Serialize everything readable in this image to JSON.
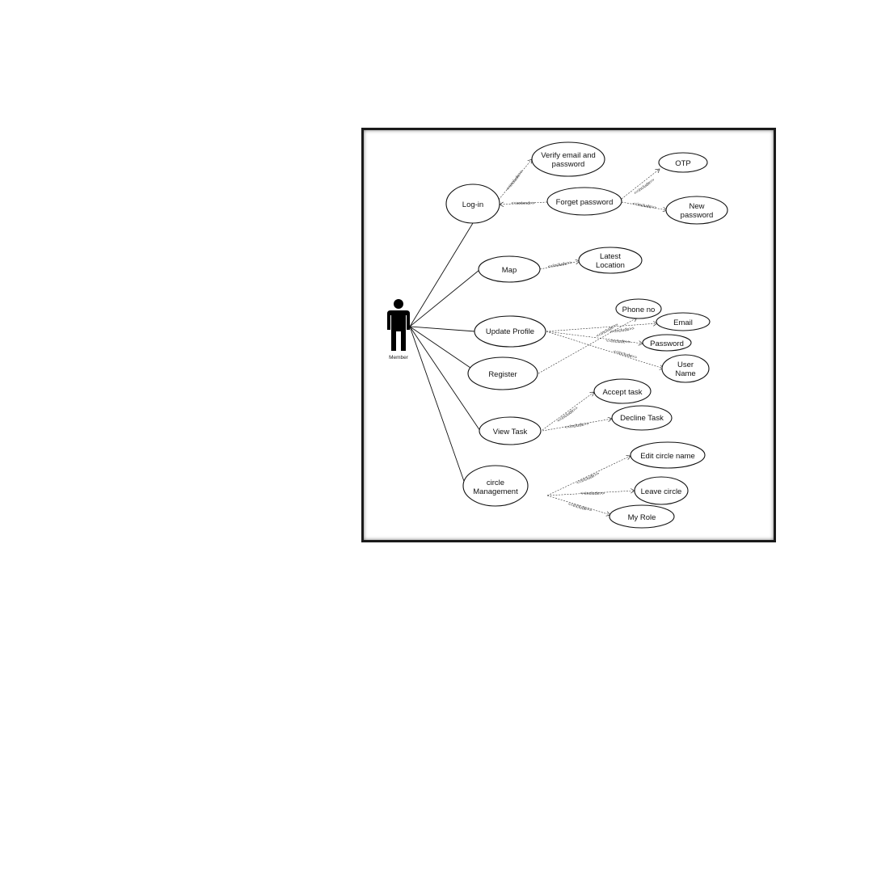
{
  "actor": {
    "label": "Member"
  },
  "use_cases": {
    "login": [
      "Log-in"
    ],
    "verify": [
      "Verify email and",
      "password"
    ],
    "forget": [
      "Forget password"
    ],
    "otp": [
      "OTP"
    ],
    "newpw": [
      "New",
      "password"
    ],
    "map": [
      "Map"
    ],
    "latest": [
      "Latest",
      "Location"
    ],
    "update": [
      "Update Profile"
    ],
    "register": [
      "Register"
    ],
    "phone": [
      "Phone no"
    ],
    "email": [
      "Email"
    ],
    "password": [
      "Password"
    ],
    "username": [
      "User",
      "Name"
    ],
    "viewtask": [
      "View Task"
    ],
    "accept": [
      "Accept task"
    ],
    "decline": [
      "Decline Task"
    ],
    "circle": [
      "circle",
      "Management"
    ],
    "editcircle": [
      "Edit circle name"
    ],
    "leave": [
      "Leave circle"
    ],
    "myrole": [
      "My Role"
    ]
  },
  "relations": {
    "include": "<<include>>",
    "extend": "<<extend>>"
  },
  "colors": {
    "line": "#111111",
    "background": "#ffffff"
  }
}
